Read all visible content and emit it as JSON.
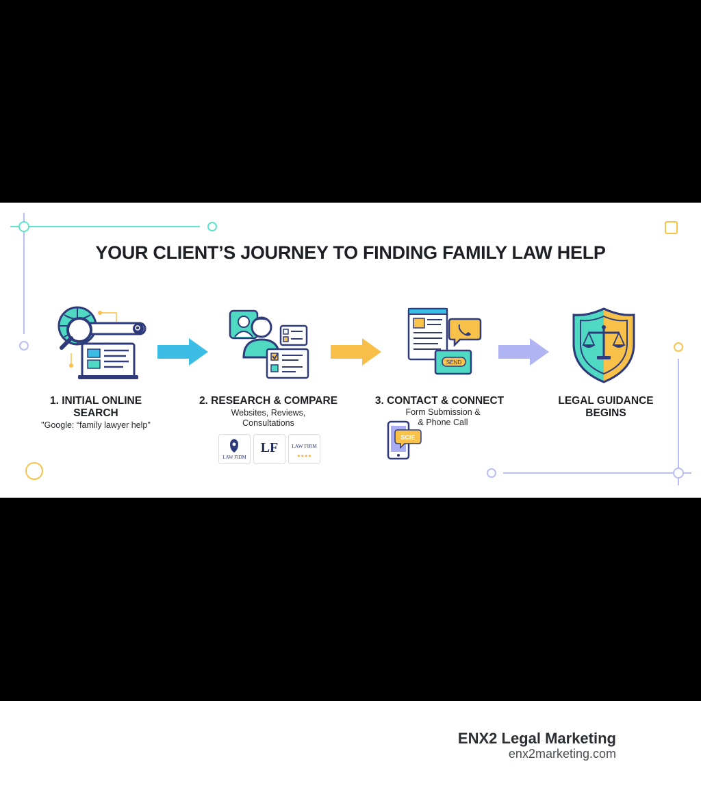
{
  "title": "YOUR CLIENT’S JOURNEY TO FINDING FAMILY LAW HELP",
  "steps": [
    {
      "title_line1": "1. INITIAL ONLINE",
      "title_line2": "SEARCH",
      "sub_line1": "\"Google: “family lawyer help\"",
      "icon": "search-laptop-icon"
    },
    {
      "title_line1": "2. RESEARCH & COMPARE",
      "sub_line1": "Websites, Reviews,",
      "sub_line2": "Consultations",
      "icon": "people-compare-icon"
    },
    {
      "title_line1": "3. CONTACT & CONNECT",
      "sub_line1": "Form Submission &",
      "sub_line2": "& Phone Call",
      "icon": "contact-form-phone-icon"
    },
    {
      "title_line1": "LEGAL GUIDANCE",
      "title_line2": "BEGINS",
      "icon": "shield-scales-icon"
    }
  ],
  "firm_logos": [
    {
      "text": "LAW FIDM"
    },
    {
      "text": "LF"
    },
    {
      "text": "LAW FIRM",
      "stars": "★★★★"
    }
  ],
  "device_labels": {
    "send_button": "SEND",
    "phone_bubble": "SCIE"
  },
  "arrow_colors": [
    "#3bbde6",
    "#f7bf47",
    "#b0b4f3"
  ],
  "colors": {
    "teal": "#4fd9c3",
    "navy": "#2e3a7a",
    "yellow": "#f7c14a",
    "lavender": "#a9adf2",
    "blue": "#3bbde6"
  },
  "footer": {
    "brand": "ENX2 Legal Marketing",
    "url": "enx2marketing.com"
  }
}
